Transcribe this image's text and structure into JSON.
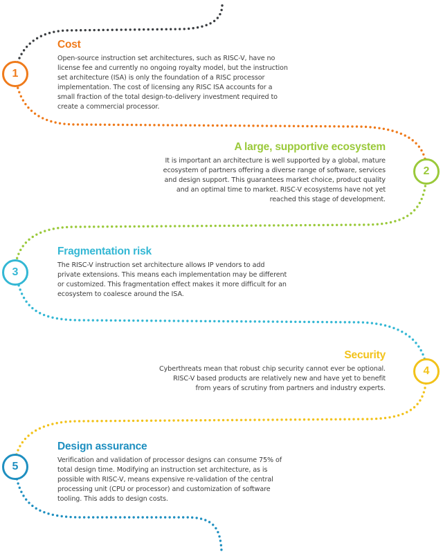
{
  "colors": {
    "dark": "#3a3d40",
    "orange": "#ef7a1a",
    "green": "#9ac93a",
    "cyan": "#33b7d4",
    "yellow": "#f2c21a",
    "blue": "#1e8fc0"
  },
  "steps": [
    {
      "number": "1",
      "title": "Cost",
      "color": "#ef7a1a",
      "text": "Open-source instruction set architectures, such as RISC-V, have no license fee and currently no ongoing royalty model, but the instruction set architecture (ISA) is only the foundation of a RISC processor implementation. The cost of licensing any RISC ISA accounts for a small fraction of the total design-to-delivery investment required to create a commercial processor."
    },
    {
      "number": "2",
      "title": "A large, supportive ecosystem",
      "color": "#9ac93a",
      "text": "It is important an architecture is well supported by a global, mature ecosystem of partners offering a diverse range of software, services and design support. This guarantees market choice, product quality and an optimal time to market. RISC-V ecosystems have not yet reached this stage of development."
    },
    {
      "number": "3",
      "title": "Fragmentation risk",
      "color": "#33b7d4",
      "text": "The RISC-V instruction set architecture allows IP vendors to add private extensions. This means each implementation may be different or customized. This fragmentation effect makes it more difficult for an ecosystem to coalesce around the ISA."
    },
    {
      "number": "4",
      "title": "Security",
      "color": "#f2c21a",
      "text": "Cyberthreats mean that robust chip security cannot ever be optional. RISC-V based products are relatively new and have yet to benefit from years of scrutiny from partners and industry experts."
    },
    {
      "number": "5",
      "title": "Design assurance",
      "color": "#1e8fc0",
      "text": "Verification and validation of processor designs can consume 75% of total design time. Modifying an instruction set architecture, as is possible with RISC-V, means expensive re-validation of the central processing unit (CPU or processor) and customization of software tooling. This adds to design costs."
    }
  ]
}
